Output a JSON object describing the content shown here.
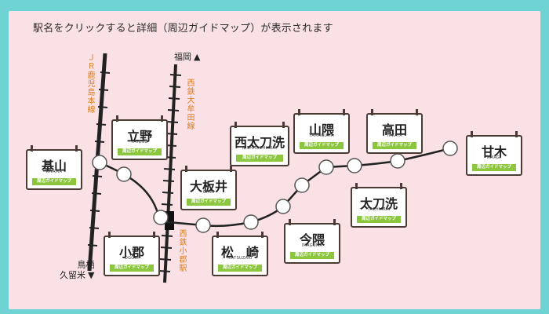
{
  "instruction": "駅名をクリックすると詳細（周辺ガイドマップ）が表示されます",
  "guide_label": "周辺ガイドマップ",
  "lines": {
    "jr_name": "ＪＲ鹿児島本線",
    "nishitetsu_name": "西鉄大牟田線",
    "nishitetsu_station": "西鉄小郡駅",
    "north_label": "福岡",
    "south_label_1": "鳥栖",
    "south_label_2": "久留米",
    "north_arrow": "▲",
    "south_arrow": "▼"
  },
  "stations": [
    {
      "id": "kiyama",
      "name": "基山",
      "roman": "KIYAMA"
    },
    {
      "id": "tateno",
      "name": "立野",
      "roman": "TATENO"
    },
    {
      "id": "ogori",
      "name": "小郡",
      "roman": "OGORI"
    },
    {
      "id": "oitai",
      "name": "大板井",
      "roman": "OITAI"
    },
    {
      "id": "nishitachiarai",
      "name": "西太刀洗",
      "roman": "NISHITACHIARAI"
    },
    {
      "id": "matsuzaki",
      "name": "松　崎",
      "roman": "MATSUZAKI"
    },
    {
      "id": "yamaguma",
      "name": "山隈",
      "roman": "YAMAGUMA"
    },
    {
      "id": "imaguma",
      "name": "今隈",
      "roman": "IMAGUMA"
    },
    {
      "id": "takata",
      "name": "高田",
      "roman": "TAKATA"
    },
    {
      "id": "tachiarai",
      "name": "太刀洗",
      "roman": "TACHIARAI"
    },
    {
      "id": "amagi",
      "name": "甘木",
      "roman": "AMAGI"
    }
  ],
  "colors": {
    "frame": "#6fd3d3",
    "panel": "#f9e1e5",
    "guide": "#8cc63f",
    "line_label": "#e37d1d"
  }
}
